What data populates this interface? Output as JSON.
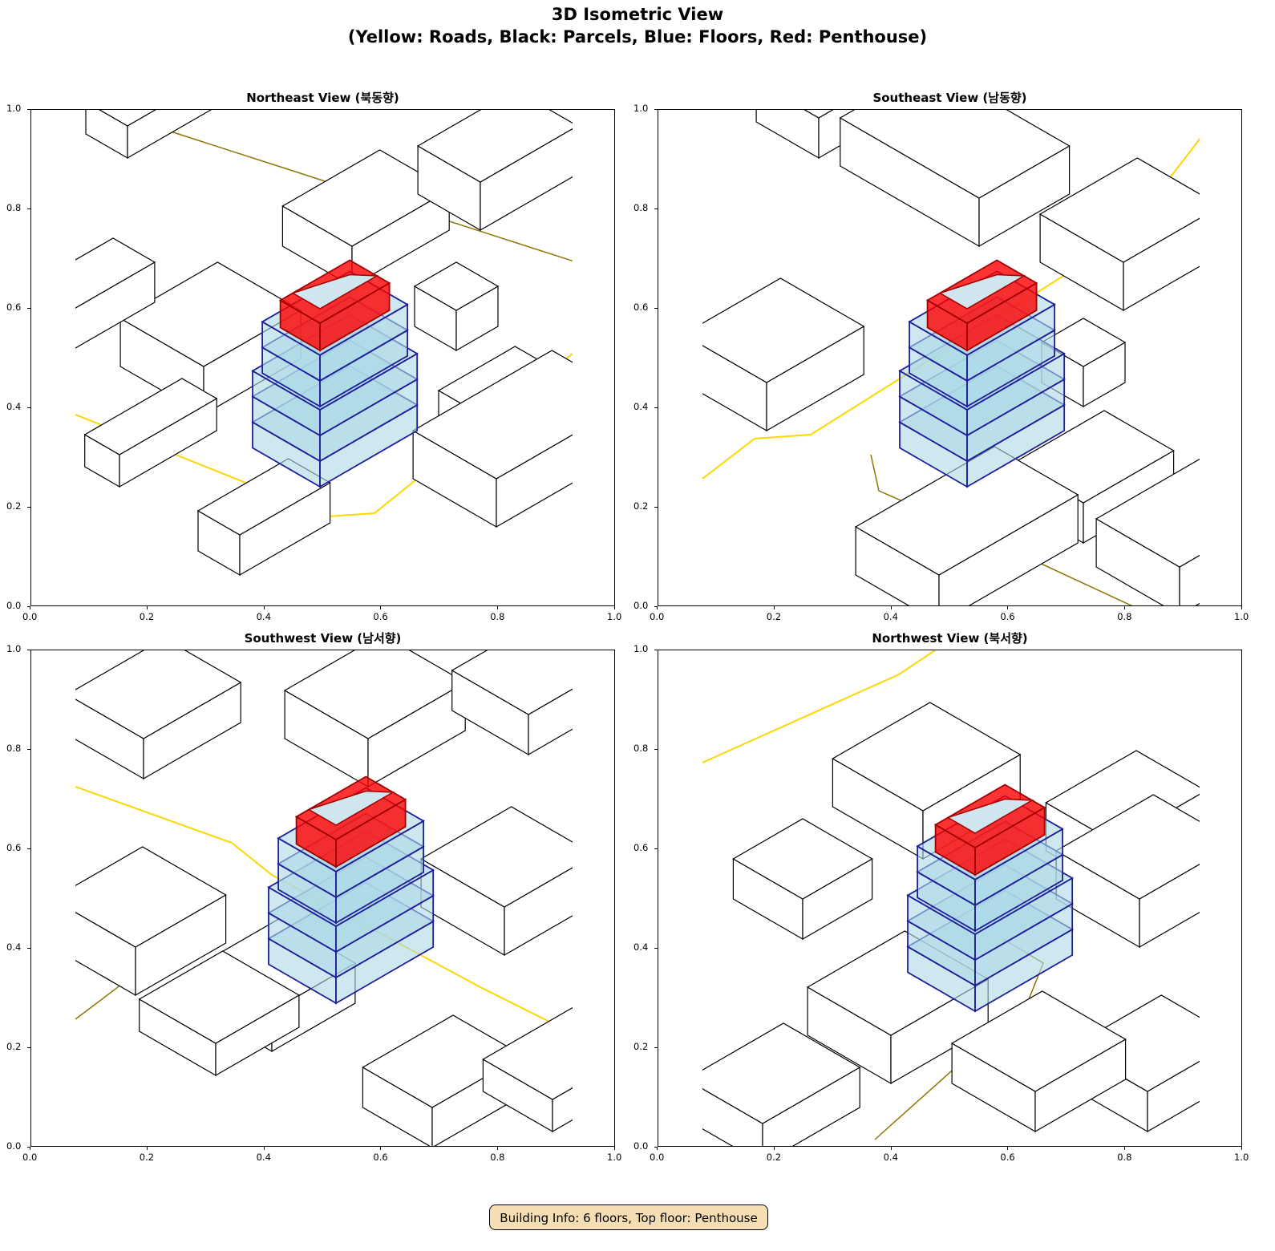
{
  "figure": {
    "title_line1": "3D Isometric View",
    "title_line2": "(Yellow: Roads, Black: Parcels, Blue: Floors, Red: Penthouse)"
  },
  "legend_colors": {
    "roads": "#ffd700",
    "parcels": "#000000",
    "floors": "#add8e6",
    "floor_edges": "#1f1f9a",
    "penthouse": "#ff0000"
  },
  "panels": [
    {
      "title": "Northeast View (북동향)"
    },
    {
      "title": "Southeast View (남동향)"
    },
    {
      "title": "Southwest View (남서향)"
    },
    {
      "title": "Northwest View (북서향)"
    }
  ],
  "axis_ticks": {
    "x": [
      "0.0",
      "0.2",
      "0.4",
      "0.6",
      "0.8",
      "1.0"
    ],
    "y": [
      "0.0",
      "0.2",
      "0.4",
      "0.6",
      "0.8",
      "1.0"
    ]
  },
  "building": {
    "floors": 6,
    "top_floor": "Penthouse"
  },
  "info_box": "Building Info: 6 floors, Top floor: Penthouse"
}
